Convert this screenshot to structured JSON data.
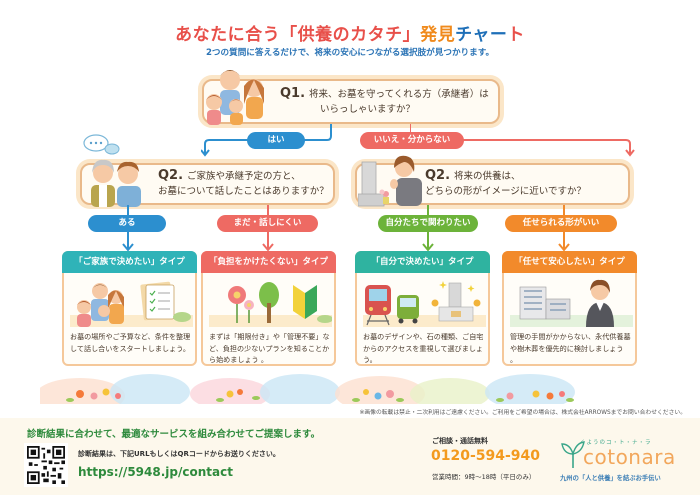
{
  "header": {
    "title_part1": "あなたに合う「供養のカタチ」",
    "title_part2": "発見",
    "title_part3a": "チャー",
    "title_part3b": "ト",
    "subtitle": "2つの質問に答えるだけで、将来の安心につながる選択肢が見つかります。"
  },
  "q1": {
    "number": "Q1.",
    "text_line1": "将来、お墓を守ってくれる方（承継者）は",
    "text_line2": "いらっしゃいますか？",
    "yes": "はい",
    "no": "いいえ・分からない"
  },
  "q2_left": {
    "number": "Q2.",
    "text_line1": "ご家族や承継予定の方と、",
    "text_line2": "お墓について話したことはありますか？",
    "option_a": "ある",
    "option_b": "まだ・話しにくい"
  },
  "q2_right": {
    "number": "Q2.",
    "text_line1": "将来の供養は、",
    "text_line2": "どちらの形がイメージに近いですか？",
    "option_a": "自分たちで関わりたい",
    "option_b": "任せられる形がいい"
  },
  "results": [
    {
      "title": "「ご家族で決めたい」タイプ",
      "color": "#2fb3b8",
      "illustration": "family-checklist",
      "body": "お墓の場所やご予算など、条件を整理して話し合いをスタートしましょう。"
    },
    {
      "title": "「負担をかけたくない」タイプ",
      "color": "#ee6a63",
      "illustration": "flowers-tree-beginner-mark",
      "body": "まずは「期限付き」や「管理不要」など、負担の少ないプランを知ることから始めましょう 。"
    },
    {
      "title": "「自分で決めたい」タイプ",
      "color": "#2fb3a0",
      "illustration": "train-bus-gravestone",
      "body": "お墓のデザインや、石の種類、ご自宅からのアクセスを重視して選びましょう。"
    },
    {
      "title": "「任せて安心したい」タイプ",
      "color": "#f28a2b",
      "illustration": "building-staff",
      "body": "管理の手間がかからない、永代供養墓や樹木葬を優先的に検討しましょう 。"
    }
  ],
  "notice": "※画像の転載は禁止・二次利用はご遠慮ください。ご利用をご希望の場合は、株式会社ARROWSまでお問い合わせください。",
  "footer": {
    "headline": "診断結果に合わせて、最適なサービスを組み合わせてご提案します。",
    "note": "診断結果は、下記URLもしくはQRコードからお送りください。",
    "url": "https://5948.jp/contact",
    "consult_label": "ご相談・通話無料",
    "phone": "0120-594-940",
    "hours": "営業時間：9時〜18時（平日のみ）",
    "logo_sub": "くようのコ・ト・ナ・ラ",
    "logo_text": "cotonara",
    "logo_tagline": "九州の「人と供養」を結ぶお手伝い"
  },
  "colors": {
    "title_red": "#e8504a",
    "title_orange": "#f08a1c",
    "title_blue": "#1e6fb8",
    "yes_blue": "#2c8fcf",
    "no_red": "#ee6a63",
    "green": "#6cb33a",
    "orange": "#f28a2b",
    "footer_green": "#2e8a3c",
    "phone_orange": "#f39a1e"
  }
}
